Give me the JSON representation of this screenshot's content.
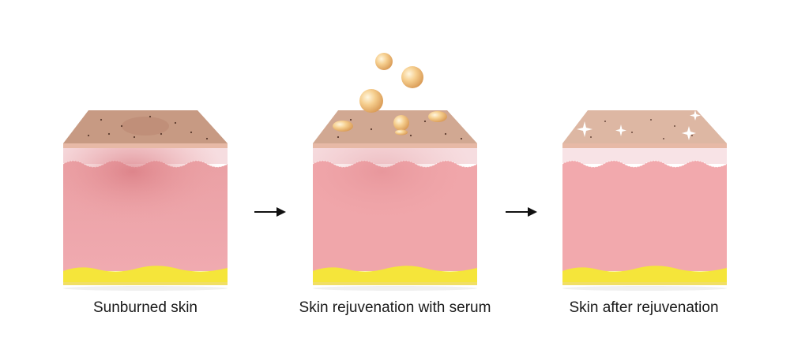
{
  "captions": {
    "panel1": "Sunburned skin",
    "panel2": "Skin rejuvenation with serum",
    "panel3": "Skin after rejuvenation"
  },
  "stock_id": "518269850",
  "colors": {
    "epidermis_top_sunburned": "#c79a83",
    "epidermis_top_serum": "#d1a892",
    "epidermis_top_healthy": "#ddb7a3",
    "epidermis_front": "#e7b9a6",
    "papillary_layer": "#f6dde0",
    "dermis": "#eea2a5",
    "dermis_redness": "#d97b82",
    "subcutaneous_fat": "#f5e53a",
    "serum_drop": "#f2c27c",
    "sparkle": "#ffffff",
    "arrow": "#111111"
  },
  "icons": {
    "arrow1": "right-arrow-icon",
    "arrow2": "right-arrow-icon",
    "serum": "serum-drop-icon",
    "sparkle": "sparkle-icon"
  }
}
